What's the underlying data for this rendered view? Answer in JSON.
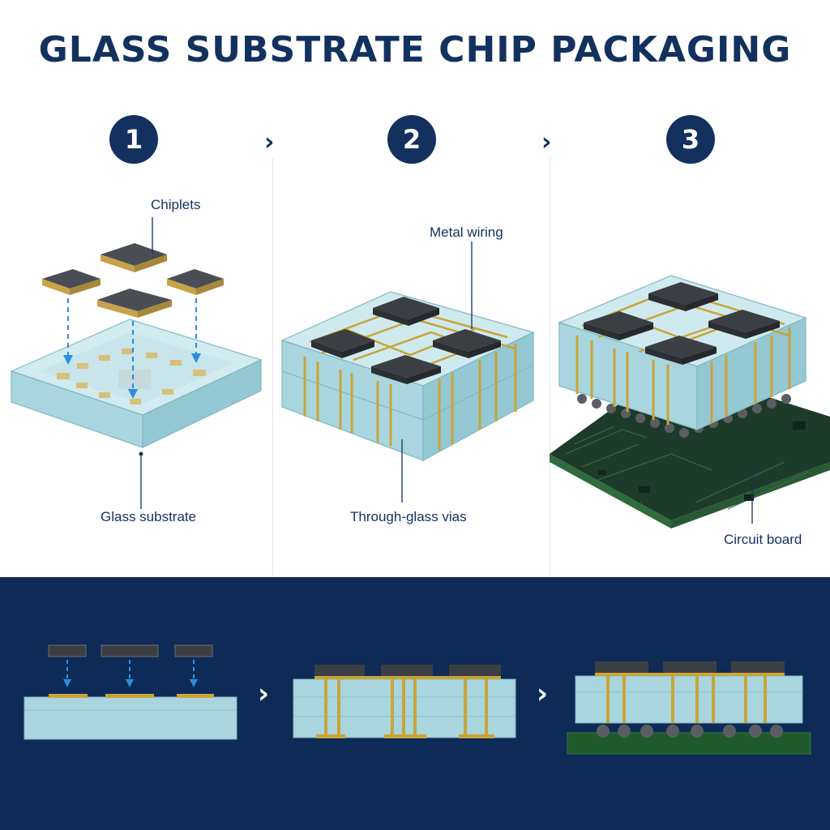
{
  "title": "GLASS SUBSTRATE CHIP PACKAGING",
  "steps": [
    {
      "number": "1",
      "labels": [
        "Chiplets",
        "Glass substrate"
      ]
    },
    {
      "number": "2",
      "labels": [
        "Metal wiring",
        "Through-glass vias"
      ]
    },
    {
      "number": "3",
      "labels": [
        "Circuit board"
      ]
    }
  ],
  "arrow_glyph": "›",
  "colors": {
    "navy": "#13315f",
    "bottom_band": "#0e2a56",
    "glass": "#a9d6de",
    "chip": "#3b3f44",
    "gold": "#c9a43a",
    "pcb": "#1d3a2a",
    "flow_arrow": "#2a8ee0"
  }
}
